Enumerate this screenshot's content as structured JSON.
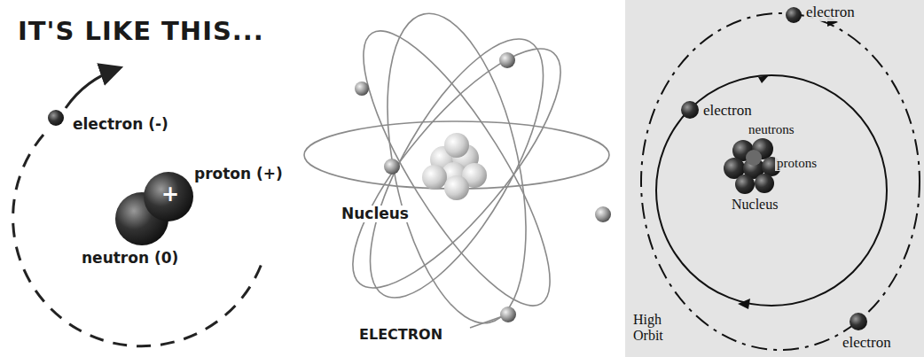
{
  "diagram": {
    "labels": [
      "IT'S LIKE THIS...",
      "electron (-)",
      "+",
      "proton (+)",
      "neutron (0)",
      "Nucleus",
      "ELECTRON",
      "electron",
      "electron",
      "neutrons",
      "protons",
      "Nucleus",
      "High Orbit",
      "electron"
    ]
  }
}
